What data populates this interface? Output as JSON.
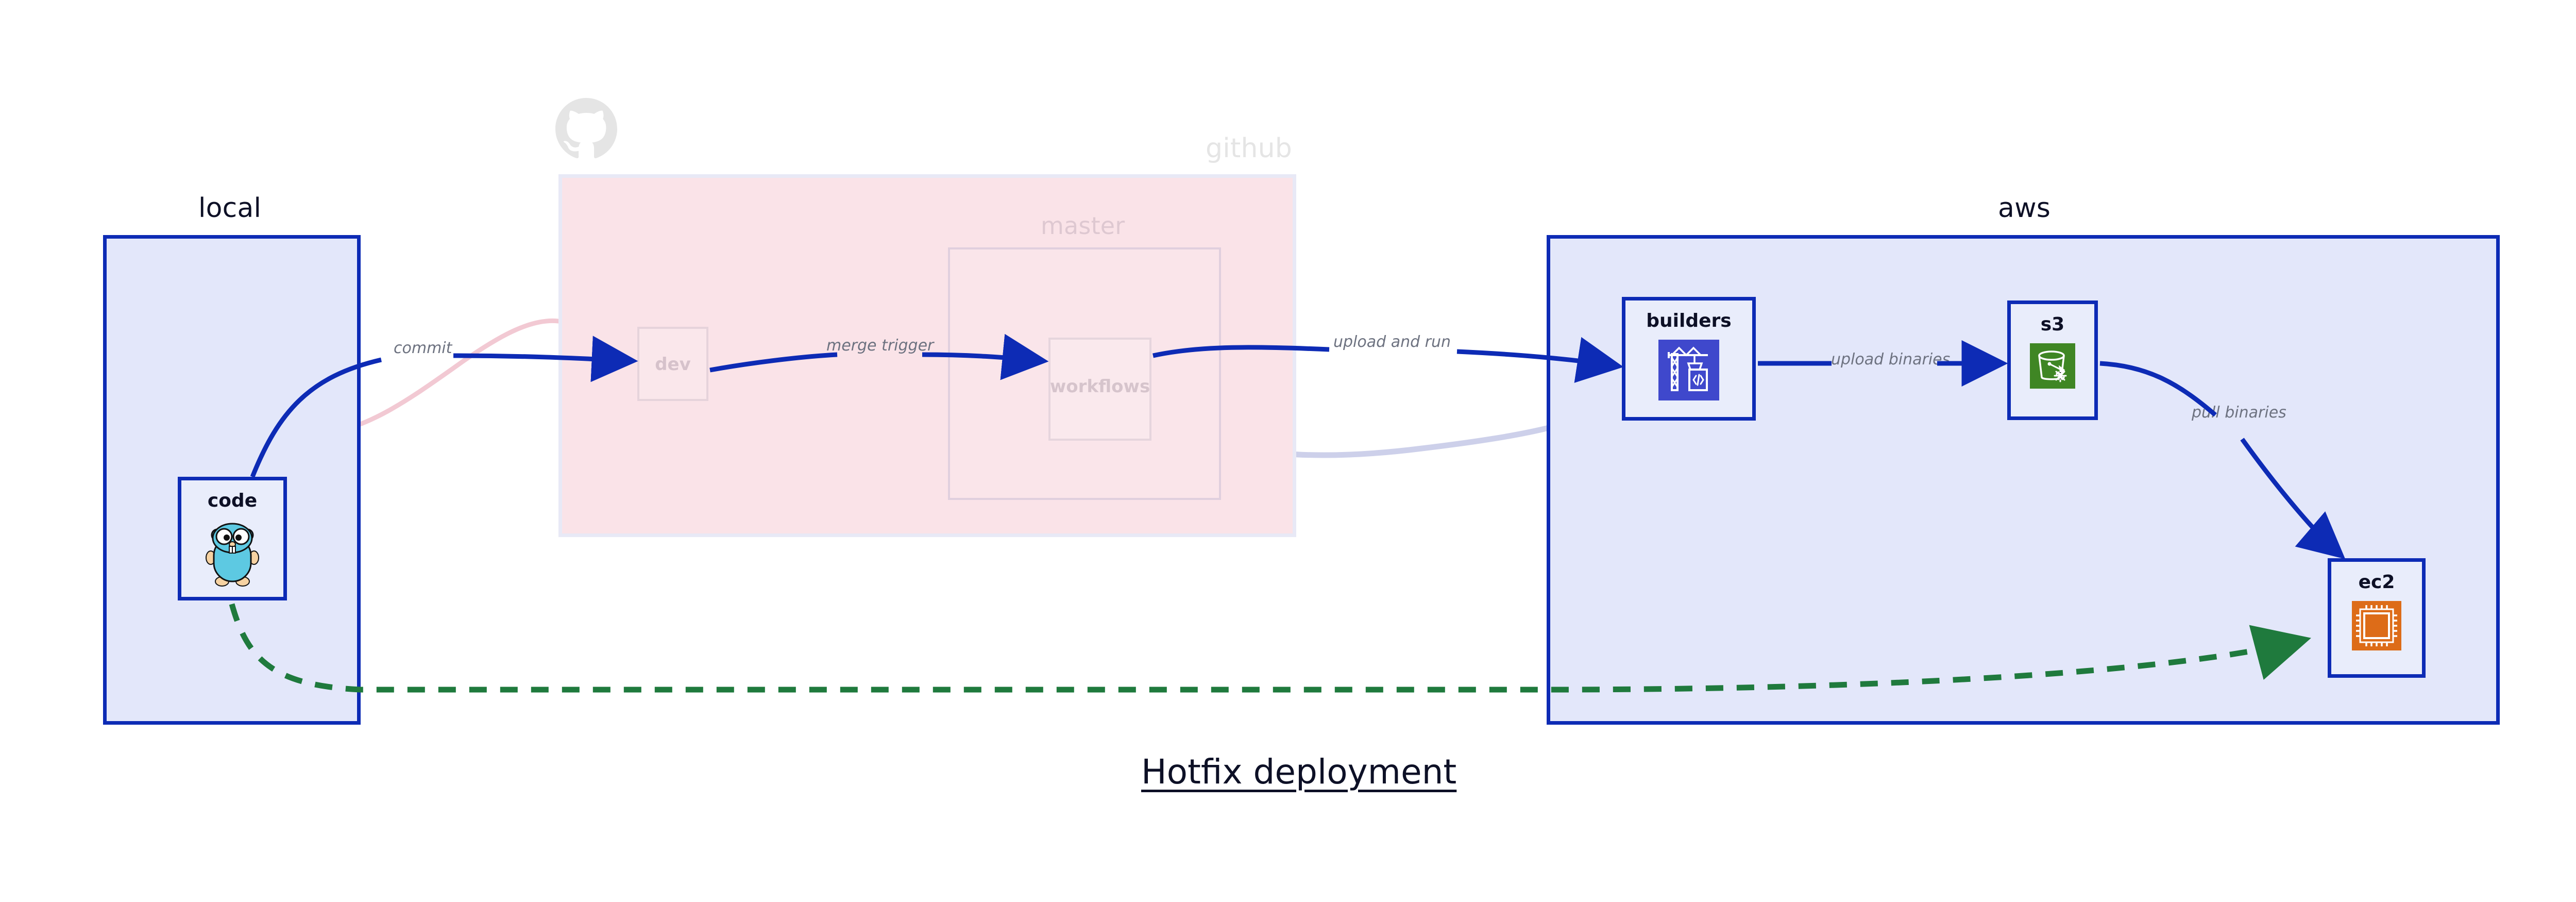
{
  "diagram": {
    "title": "Hotfix deployment",
    "background": "#ffffff",
    "colors": {
      "cluster_border_blue": "#0d2bb5",
      "cluster_fill_blue": "#e3e7fa",
      "cluster_fill_pink": "#fae3e8",
      "node_fill": "#e9edfb",
      "edge_blue": "#0d2bb5",
      "edge_green": "#1f7a3d",
      "label_gray": "#6d7280",
      "text_dark": "#0d1026",
      "ghost_gray": "#e5e5e5",
      "icon_codebuild_blue": "#3f48cc",
      "icon_s3_green": "#3f8624",
      "icon_ec2_orange": "#dd6c18",
      "icon_gopher_teal": "#5dc9e2"
    }
  },
  "clusters": [
    {
      "id": "local",
      "label": "local",
      "kind": "solid-blue"
    },
    {
      "id": "github",
      "label": "github",
      "kind": "faded-pink"
    },
    {
      "id": "master",
      "label": "master",
      "kind": "faded-ghost"
    },
    {
      "id": "aws",
      "label": "aws",
      "kind": "solid-blue"
    }
  ],
  "nodes": [
    {
      "id": "code",
      "label": "code",
      "icon": "go-gopher-icon",
      "cluster": "local",
      "state": "active"
    },
    {
      "id": "dev",
      "label": "dev",
      "icon": "none",
      "cluster": "github",
      "state": "ghost"
    },
    {
      "id": "workflows",
      "label": "workflows",
      "icon": "none",
      "cluster": "master",
      "state": "ghost"
    },
    {
      "id": "builders",
      "label": "builders",
      "icon": "aws-codebuild-icon",
      "cluster": "aws",
      "state": "active"
    },
    {
      "id": "s3",
      "label": "s3",
      "icon": "aws-s3-glacier-icon",
      "cluster": "aws",
      "state": "active"
    },
    {
      "id": "ec2",
      "label": "ec2",
      "icon": "aws-ec2-chip-icon",
      "cluster": "aws",
      "state": "active"
    }
  ],
  "edges": [
    {
      "id": "e-commit",
      "from": "code",
      "to": "dev",
      "label": "commit",
      "style": "solid",
      "color": "#0d2bb5",
      "state": "active"
    },
    {
      "id": "e-merge-trigger",
      "from": "dev",
      "to": "workflows",
      "label": "merge trigger",
      "style": "solid",
      "color": "#0d2bb5",
      "state": "active"
    },
    {
      "id": "e-upload-and-run",
      "from": "workflows",
      "to": "builders",
      "label": "upload and run",
      "style": "solid",
      "color": "#0d2bb5",
      "state": "active"
    },
    {
      "id": "e-upload-binaries",
      "from": "builders",
      "to": "s3",
      "label": "upload binaries",
      "style": "solid",
      "color": "#0d2bb5",
      "state": "active"
    },
    {
      "id": "e-pull-binaries",
      "from": "s3",
      "to": "ec2",
      "label": "pull binaries",
      "style": "solid",
      "color": "#0d2bb5",
      "state": "active"
    },
    {
      "id": "e-hotfix-direct",
      "from": "code",
      "to": "ec2",
      "label": "",
      "style": "dashed",
      "color": "#1f7a3d",
      "state": "active"
    },
    {
      "id": "e-ghost-code-dev",
      "from": "code",
      "to": "dev",
      "label": "",
      "style": "solid",
      "color": "#f2c9d3",
      "state": "faded"
    },
    {
      "id": "e-ghost-dev-workflows",
      "from": "dev",
      "to": "workflows",
      "label": "",
      "style": "solid",
      "color": "#cdd0ea",
      "state": "faded"
    },
    {
      "id": "e-ghost-workflows-build",
      "from": "workflows",
      "to": "builders",
      "label": "",
      "style": "solid",
      "color": "#cdd0ea",
      "state": "faded"
    }
  ],
  "icons": {
    "github_octocat": "github-octocat-icon"
  }
}
